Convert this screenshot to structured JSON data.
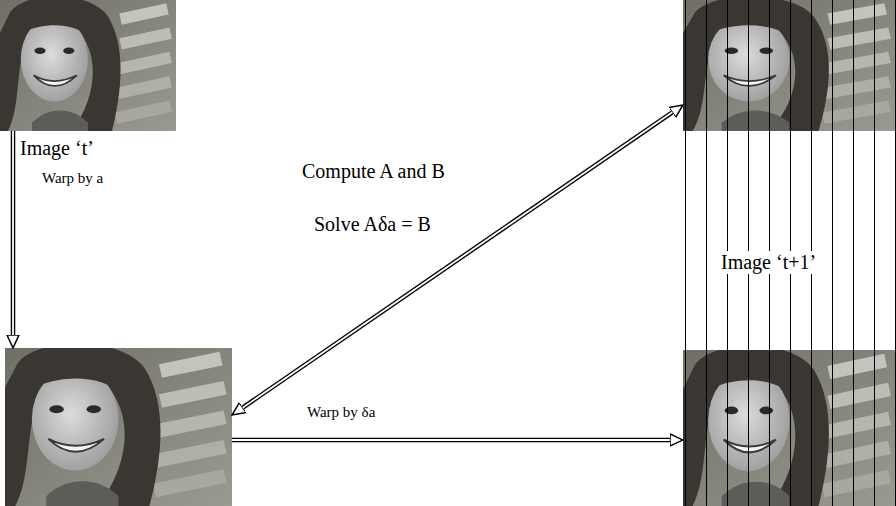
{
  "diagram": {
    "nodes": [
      {
        "text": [
          "Image ‘t’"
        ]
      },
      {
        "text": [
          "Image ‘t+1’"
        ]
      },
      {
        "text": []
      },
      {
        "text": []
      }
    ],
    "edges": [
      {
        "from": 0,
        "to": 2,
        "arrow": "to",
        "label": "Warp by a"
      },
      {
        "from": 2,
        "to": 1,
        "arrow": "both",
        "label": "Compute A and B"
      },
      {
        "from": 2,
        "to": 3,
        "arrow": "to",
        "label": "Warp by δa"
      }
    ],
    "labels": [
      "Solve Aδa = B"
    ]
  }
}
